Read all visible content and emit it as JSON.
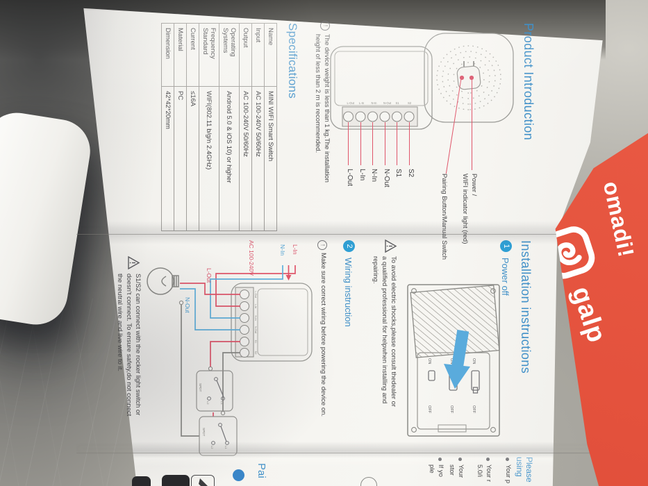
{
  "colors": {
    "accent_blue": "#4090c8",
    "step_blue": "#2f9fd4",
    "wire_live": "#e0556a",
    "wire_neutral": "#5fb0dc",
    "card_red": "#e4523d"
  },
  "icons": {
    "note_mark": "!",
    "warning": "triangle-exclamation"
  },
  "product_intro": {
    "heading": "Product Introduction",
    "callout_power_line1": "Power /",
    "callout_power_line2": "WIFI indicator light (red)",
    "callout_pairing": "Pairing Button/Manual Switch",
    "terminal_labels": [
      "S2",
      "S1",
      "N-Out",
      "N-In",
      "L-In",
      "L-Out"
    ],
    "face_labels": [
      "L-Out",
      "L-In",
      "N-In",
      "N-Out",
      "S1",
      "S2"
    ],
    "note_line1": "The device weight is less than 1 kg.The installation",
    "note_line2": "height of less than 2 m is recommended."
  },
  "specifications": {
    "heading": "Specifications",
    "rows": [
      {
        "label": "Name",
        "value": "MINI WIFI Smart Switch"
      },
      {
        "label": "Input",
        "value": "AC 100-240V 50/60Hz"
      },
      {
        "label": "Output",
        "value": "AC 100-240V 50/60Hz"
      },
      {
        "label": "Operating Systems",
        "value": "Android 5.0 & iOS 10) or higher"
      },
      {
        "label": "Frequency Standard",
        "value": "WIFI(802.11 b/g/n 2.4GHz)"
      },
      {
        "label": "Current",
        "value": "≤16A"
      },
      {
        "label": "Material",
        "value": "PC"
      },
      {
        "label": "Dimension",
        "value": "42*42*20mm"
      }
    ]
  },
  "installation": {
    "heading": "Installation instructions",
    "step1_num": "1",
    "step1_title": "Power off",
    "switch_on": "ON",
    "switch_off": "OFF",
    "warning1_line1": "To avoid electric shocks,please consult thedealer or",
    "warning1_line2": "a qualified professional for helpwhen installing and",
    "warning1_line3": "repairing.",
    "step2_num": "2",
    "step2_title": "Wiring instruction",
    "note": "Make sure correct wiring before powering the device on.",
    "wiring": {
      "l_in": "L-In",
      "n_in": "N-In",
      "ac": "AC 100-240V",
      "l_out": "L-Out",
      "n_out": "N-Out",
      "spdt": "SPDT",
      "l1": "L1",
      "l2": "L2"
    },
    "warning2_line1": "S1/S2 can connect with the rocker light switch or",
    "warning2_line2": "doesn't connect. To ensure safety,do not connect",
    "warning2_line3": "the neutral wire and live wire to it."
  },
  "next_column": {
    "intro_line1": "Please",
    "intro_line2": "using",
    "bullet1": "Your p",
    "bullet2a": "Your r",
    "bullet2b": "5.0/i",
    "bullet3a": "Your",
    "bullet3b": "stor",
    "bullet4a": "If yo",
    "bullet4b": "ple",
    "heading_partial": "Pai"
  },
  "card": {
    "brand": "galp",
    "edge_text": "omadi!"
  }
}
